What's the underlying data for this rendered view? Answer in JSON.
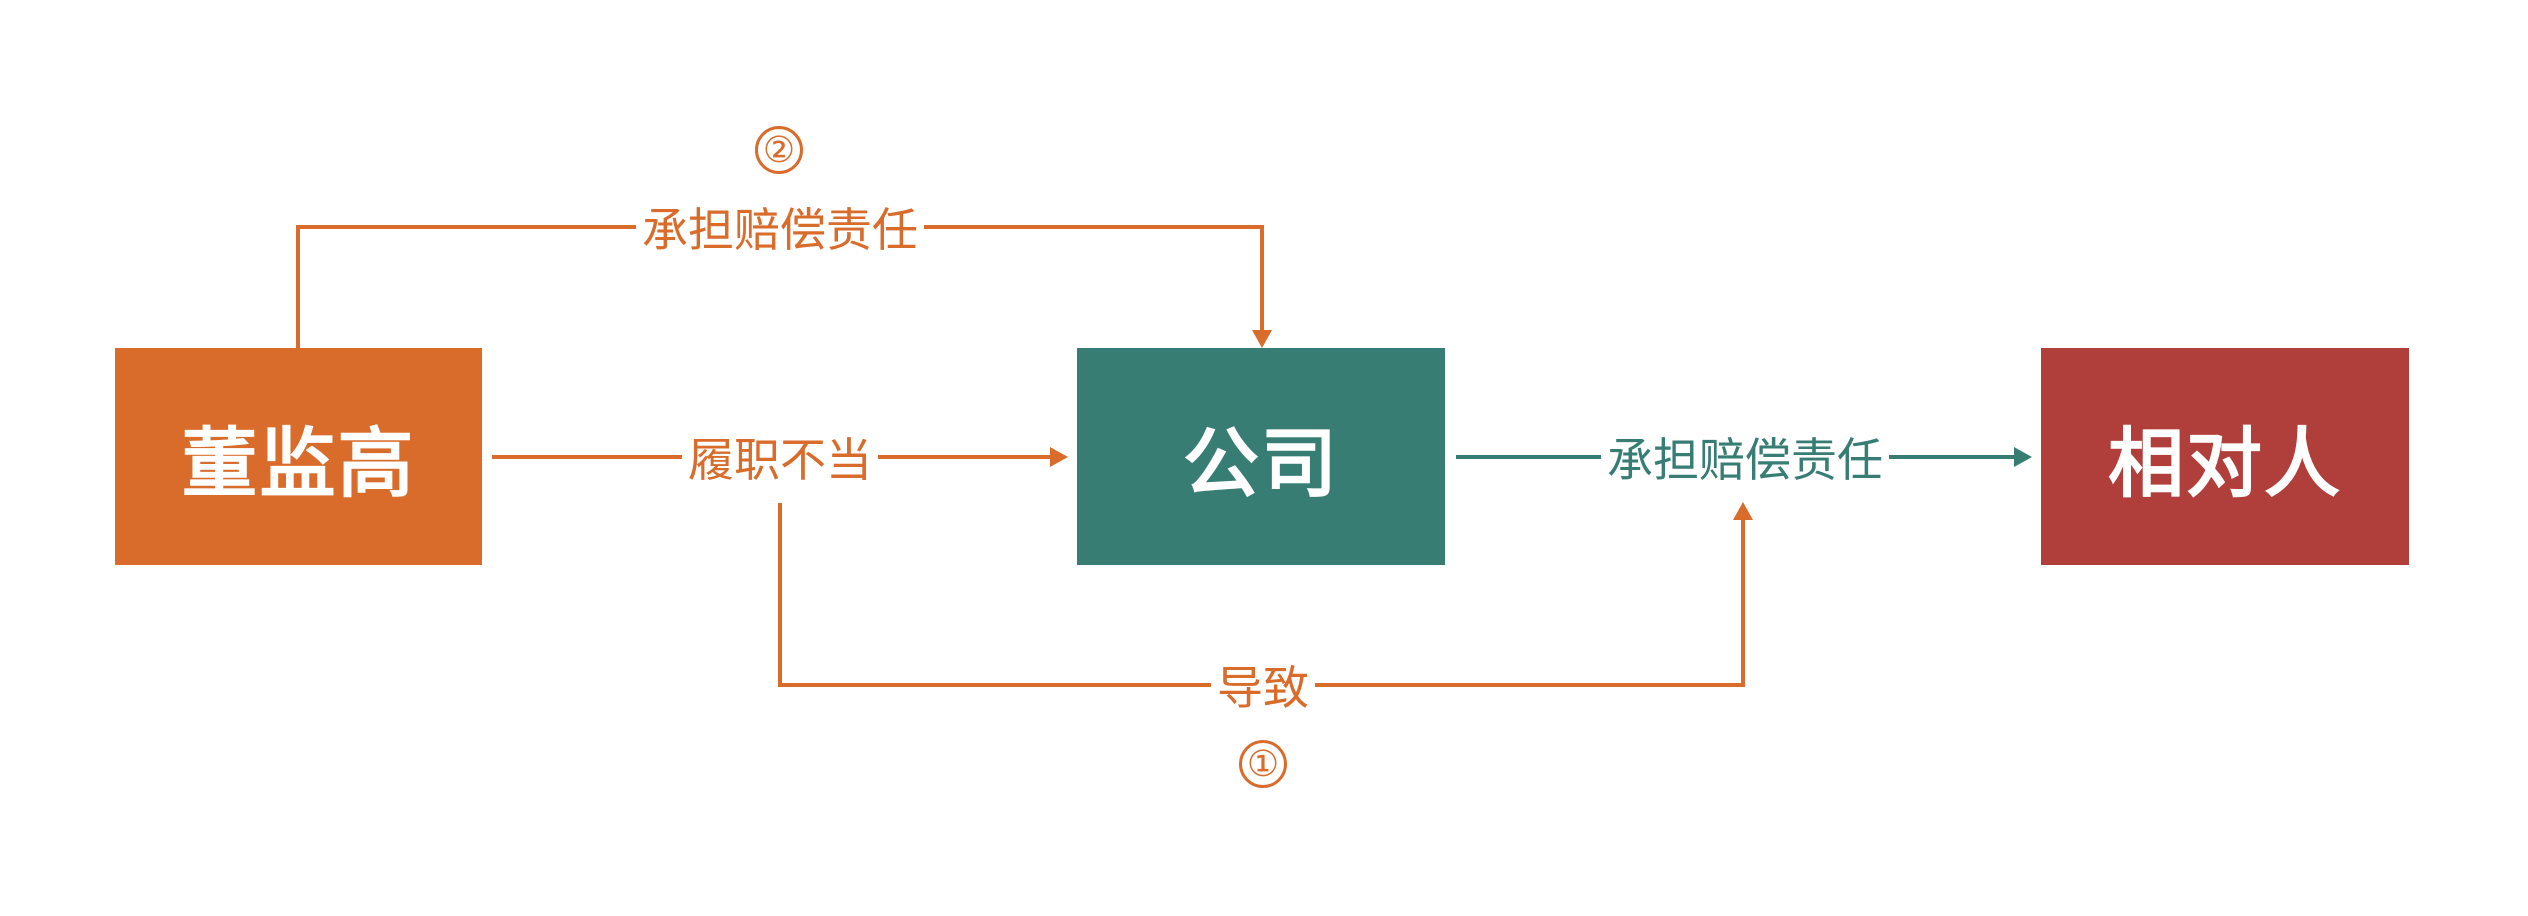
{
  "nodes": {
    "directors": "董监高",
    "company": "公司",
    "counterparty": "相对人"
  },
  "edges": {
    "improper_duty": "履职不当",
    "company_liability": "承担赔偿责任",
    "cause": "导致",
    "cause_step": "①",
    "director_liability": "承担赔偿责任",
    "director_step": "②"
  },
  "colors": {
    "orange": "#D96B2B",
    "teal": "#377D74",
    "red": "#B03E3A"
  }
}
